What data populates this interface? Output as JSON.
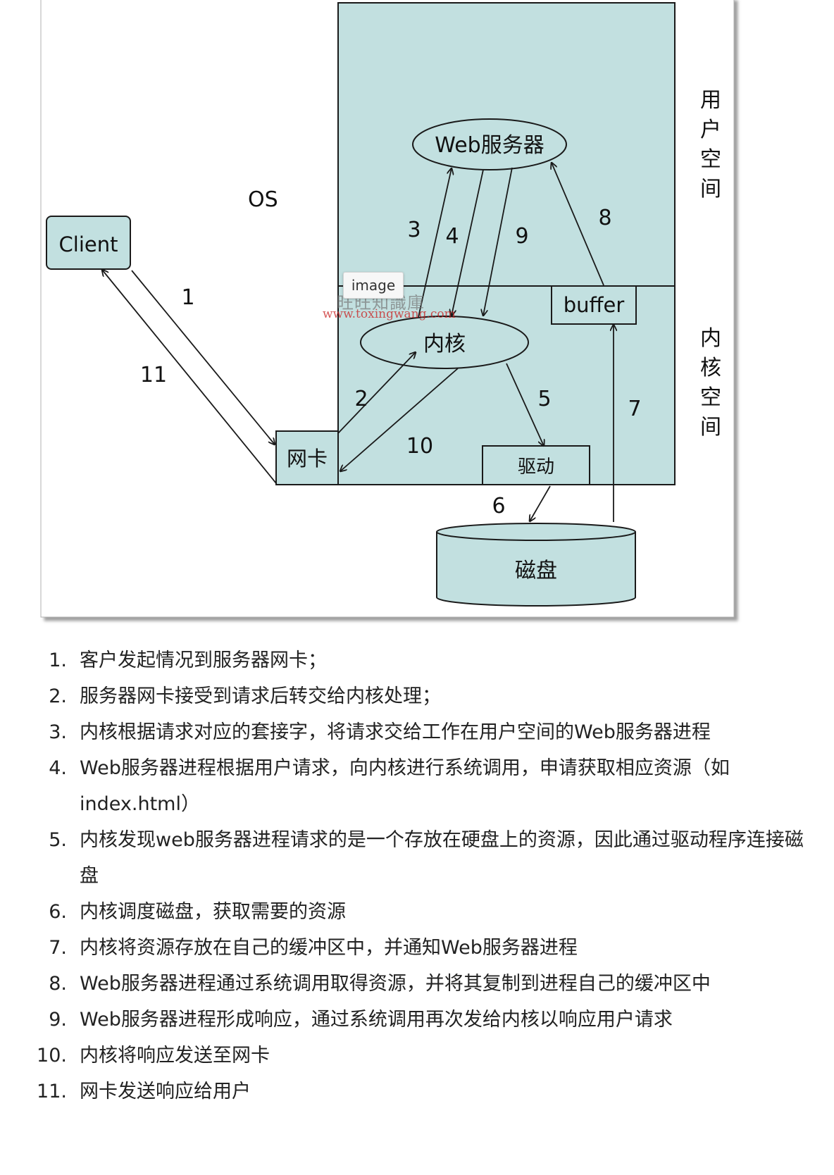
{
  "diagram": {
    "os_label": "OS",
    "client_label": "Client",
    "web_server_label": "Web服务器",
    "kernel_label": "内核",
    "buffer_label": "buffer",
    "nic_label": "网卡",
    "driver_label": "驱动",
    "disk_label": "磁盘",
    "user_space_label": [
      "用",
      "户",
      "空",
      "间"
    ],
    "kernel_space_label": [
      "内",
      "核",
      "空",
      "间"
    ],
    "arrow_labels": [
      "1",
      "2",
      "3",
      "4",
      "5",
      "6",
      "7",
      "8",
      "9",
      "10",
      "11"
    ],
    "colors": {
      "fill": "#c2e0e0",
      "stroke": "#1a1a1a",
      "background": "#ffffff"
    }
  },
  "tooltip": {
    "text": "image"
  },
  "watermark": {
    "title": "旺旺知識庫",
    "url": "www.toxingwang.com"
  },
  "steps": [
    {
      "num": "1.",
      "text": "客户发起情况到服务器网卡；"
    },
    {
      "num": "2.",
      "text": "服务器网卡接受到请求后转交给内核处理；"
    },
    {
      "num": "3.",
      "text": "内核根据请求对应的套接字，将请求交给工作在用户空间的Web服务器进程"
    },
    {
      "num": "4.",
      "text": "Web服务器进程根据用户请求，向内核进行系统调用，申请获取相应资源（如index.html）"
    },
    {
      "num": "5.",
      "text": "内核发现web服务器进程请求的是一个存放在硬盘上的资源，因此通过驱动程序连接磁盘"
    },
    {
      "num": "6.",
      "text": "内核调度磁盘，获取需要的资源"
    },
    {
      "num": "7.",
      "text": "内核将资源存放在自己的缓冲区中，并通知Web服务器进程"
    },
    {
      "num": "8.",
      "text": "Web服务器进程通过系统调用取得资源，并将其复制到进程自己的缓冲区中"
    },
    {
      "num": "9.",
      "text": "Web服务器进程形成响应，通过系统调用再次发给内核以响应用户请求"
    },
    {
      "num": "10.",
      "text": "内核将响应发送至网卡"
    },
    {
      "num": "11.",
      "text": "网卡发送响应给用户"
    }
  ]
}
